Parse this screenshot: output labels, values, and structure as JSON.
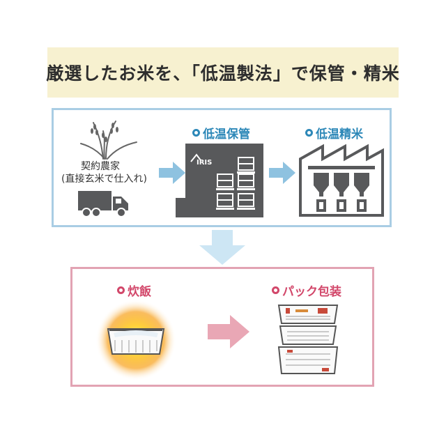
{
  "banner": {
    "title": "厳選したお米を、「低温製法」で保管・精米"
  },
  "farm": {
    "line1": "契約農家",
    "line2": "(直接玄米で仕入れ)"
  },
  "steps": {
    "storage": "低温保管",
    "milling": "低温精米",
    "cooking": "炊飯",
    "packing": "パック包装"
  },
  "warehouse_logo": "IRIS",
  "colors": {
    "blue": "#a9cde4",
    "blue_text": "#2d88b8",
    "pink": "#e2a3b3",
    "pink_text": "#d2476a",
    "banner": "#f7f1d0",
    "dark": "#58595b"
  },
  "icons": [
    "rice-plant-icon",
    "truck-icon",
    "warehouse-icon",
    "factory-icon",
    "rice-tray-icon",
    "stacked-packs-icon",
    "arrow-right-icon",
    "arrow-down-icon"
  ]
}
